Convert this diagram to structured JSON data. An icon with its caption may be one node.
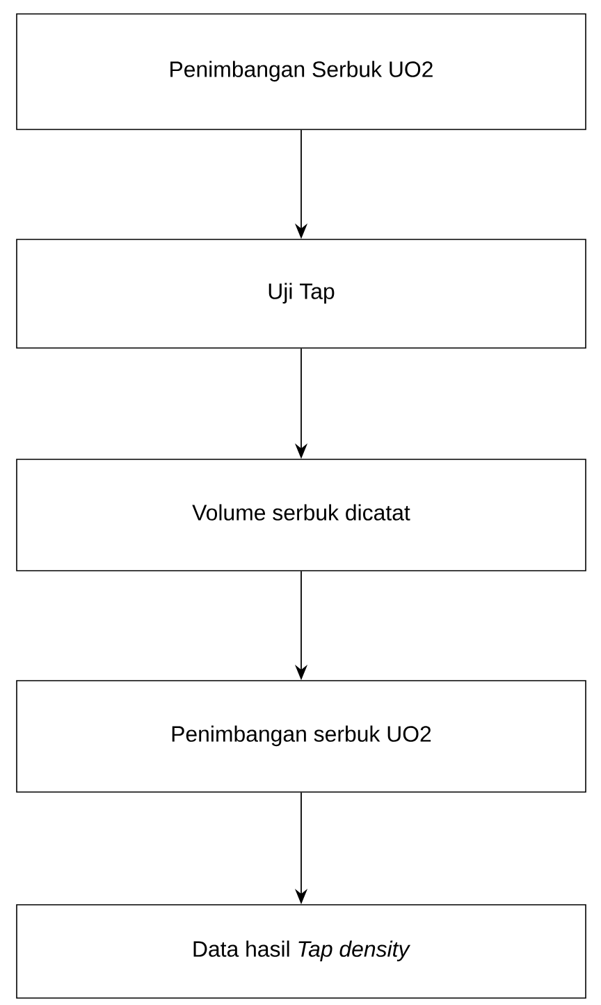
{
  "diagram": {
    "nodes": [
      {
        "text": [
          "Penimbangan Serbuk UO2"
        ]
      },
      {
        "text": [
          "Uji Tap"
        ]
      },
      {
        "text": [
          "Volume serbuk dicatat"
        ]
      },
      {
        "text": [
          "Penimbangan serbuk UO2"
        ]
      },
      {
        "text": [
          "Data hasil *Tap density*"
        ]
      }
    ],
    "edges": [
      {
        "from": 0,
        "to": 1,
        "arrow": "to"
      },
      {
        "from": 1,
        "to": 2,
        "arrow": "to"
      },
      {
        "from": 2,
        "to": 3,
        "arrow": "to"
      },
      {
        "from": 3,
        "to": 4,
        "arrow": "to"
      }
    ]
  }
}
